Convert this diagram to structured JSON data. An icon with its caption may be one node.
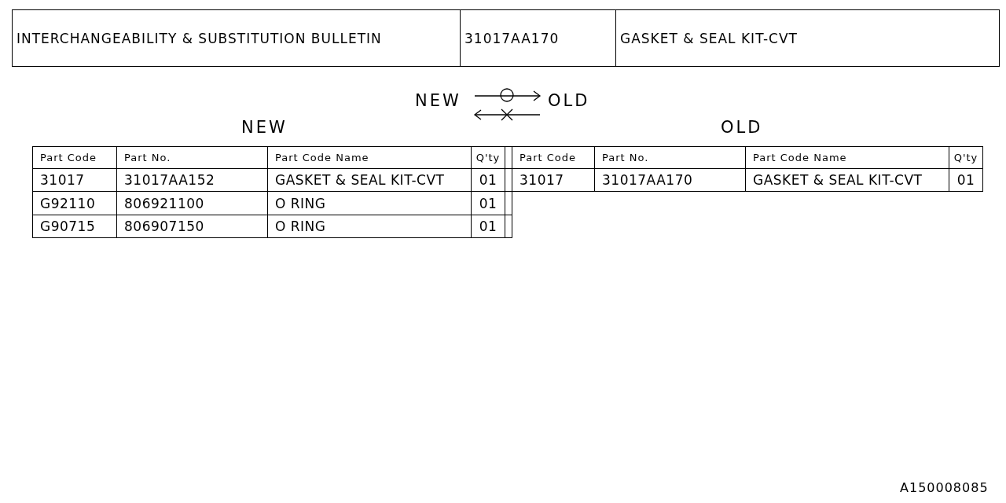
{
  "diagram": {
    "labels": [
      "INTERCHANGEABILITY & SUBSTITUTION BULLETIN",
      "31017AA170",
      "GASKET & SEAL KIT-CVT",
      "NEW",
      "OLD",
      "NEW",
      "OLD",
      "Part Code",
      "Part No.",
      "Part Code Name",
      "Q'ty",
      "Part Code",
      "Part No.",
      "Part Code Name",
      "Q'ty",
      "31017",
      "31017AA152",
      "GASKET & SEAL KIT-CVT",
      "01",
      "31017",
      "31017AA170",
      "GASKET & SEAL KIT-CVT",
      "01",
      "G92110",
      "806921100",
      "O RING",
      "01",
      "G90715",
      "806907150",
      "O RING",
      "01",
      "A150008085"
    ]
  }
}
